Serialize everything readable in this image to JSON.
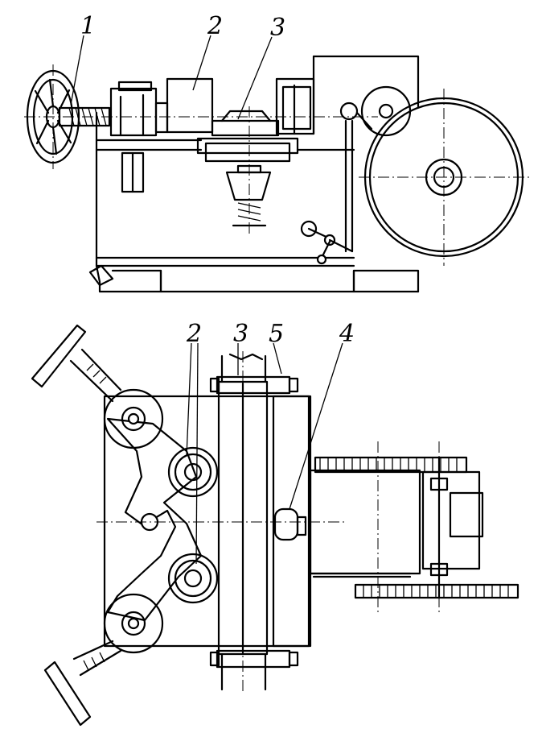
{
  "labels": {
    "top_1": "1",
    "top_2": "2",
    "top_3": "3",
    "bottom_2": "2",
    "bottom_3": "3",
    "bottom_5": "5",
    "bottom_4": "4"
  }
}
